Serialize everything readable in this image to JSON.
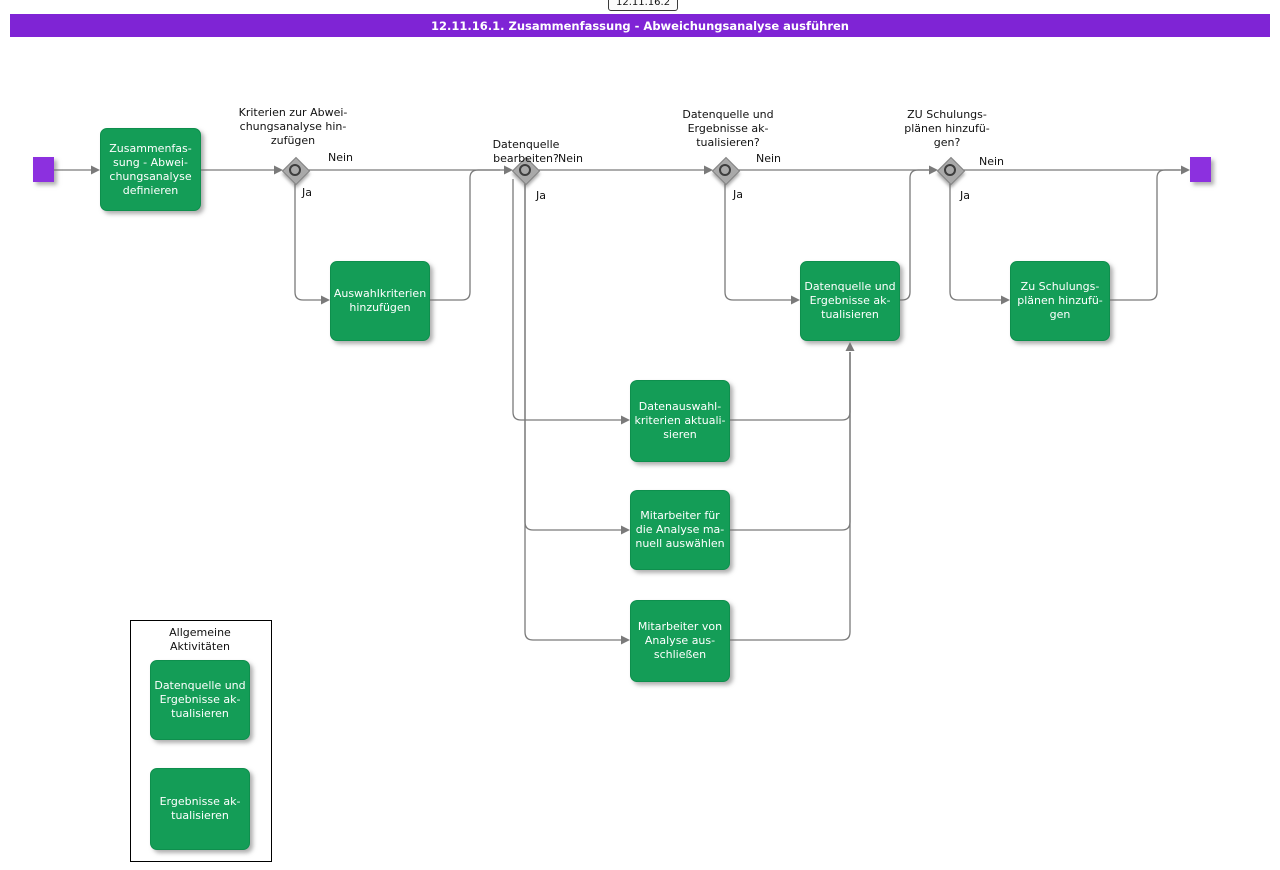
{
  "header": {
    "ref_label": "12.11.16.2",
    "title": "12.11.16.1. Zusammenfassung - Abweichungsanalyse ausführen"
  },
  "colors": {
    "title_bar": "#7F24D5",
    "event_purple": "#8C30DF",
    "task_green": "#149D57",
    "task_border_green": "#0E8F4D",
    "connector_gray": "#7A7A7A",
    "gateway_gray": "#A9A9A9"
  },
  "tasks": {
    "define_summary": "Zusammenfas-\nsung - Abwei-\nchungsanalyse\ndefinieren",
    "add_selection_criteria": "Auswahlkriterien\nhinzufügen",
    "update_data_selection": "Datenauswahl-\nkriterien aktuali-\nsieren",
    "select_employees_manually": "Mitarbeiter für\ndie Analyse ma-\nnuell auswählen",
    "exclude_employees": "Mitarbeiter von\nAnalyse aus-\nschließen",
    "update_source_results": "Datenquelle und\nErgebnisse ak-\ntualisieren",
    "add_to_training_plans": "Zu Schulungs-\nplänen hinzufü-\ngen"
  },
  "decisions": {
    "d1": {
      "label": "Kriterien zur Abwei-\nchungsanalyse hin-\nzufügen",
      "yes": "Ja",
      "no": "Nein"
    },
    "d2": {
      "label": "Datenquelle\nbearbeiten?",
      "yes": "Ja",
      "no": "Nein"
    },
    "d3": {
      "label": "Datenquelle und\nErgebnisse ak-\ntualisieren?",
      "yes": "Ja",
      "no": "Nein"
    },
    "d4": {
      "label": "ZU Schulungs-\nplänen hinzufü-\ngen?",
      "yes": "Ja",
      "no": "Nein"
    }
  },
  "legend": {
    "title": "Allgemeine\nAktivitäten",
    "items": [
      "Datenquelle und\nErgebnisse ak-\ntualisieren",
      "Ergebnisse ak-\ntualisieren"
    ]
  }
}
